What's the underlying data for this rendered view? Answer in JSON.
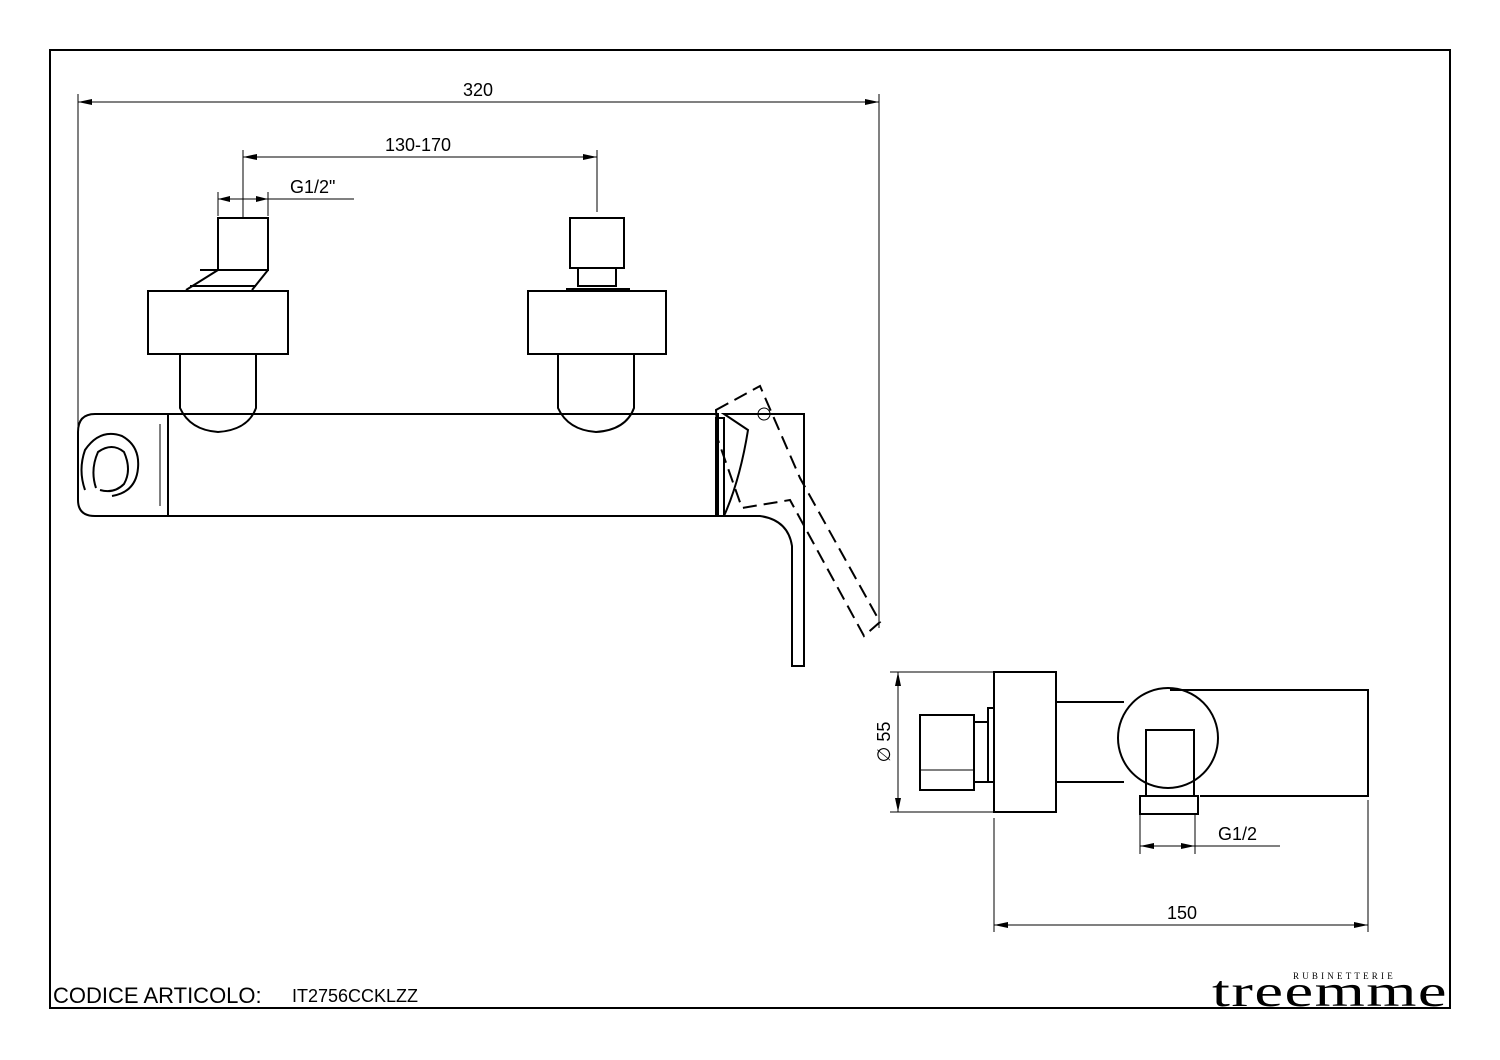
{
  "dimensions": {
    "overall_length": "320",
    "centre_distance": "130-170",
    "inlet_thread_left": "G1/2\"",
    "diameter": "∅ 55",
    "outlet_thread": "G1/2",
    "depth": "150"
  },
  "footer": {
    "code_label": "CODICE ARTICOLO:",
    "code_value": "IT2756CCKLZZ"
  },
  "brand": {
    "name": "treemme",
    "tagline": "RUBINETTERIE"
  }
}
